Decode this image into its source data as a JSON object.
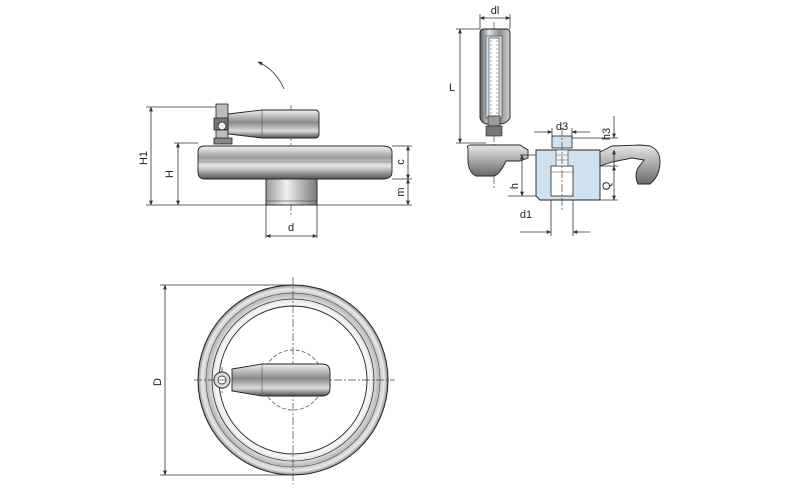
{
  "labels": {
    "H1": "H1",
    "H": "H",
    "c": "c",
    "m": "m",
    "d": "d",
    "dl": "dl",
    "L": "L",
    "d3": "d3",
    "h3": "h3",
    "h": "h",
    "Q": "Q",
    "d1": "d1",
    "D": "D"
  },
  "colors": {
    "metal_light": "#f1f1f1",
    "metal_mid": "#9a9a9a",
    "metal_dark": "#4a4a4a",
    "grip_light": "#e6e6e6",
    "grip_dark": "#5a5a5a",
    "hub_blue": "#cfe0ee",
    "line": "#222222"
  },
  "icons": {
    "rotation_arrow": "curved-arrow-icon"
  }
}
